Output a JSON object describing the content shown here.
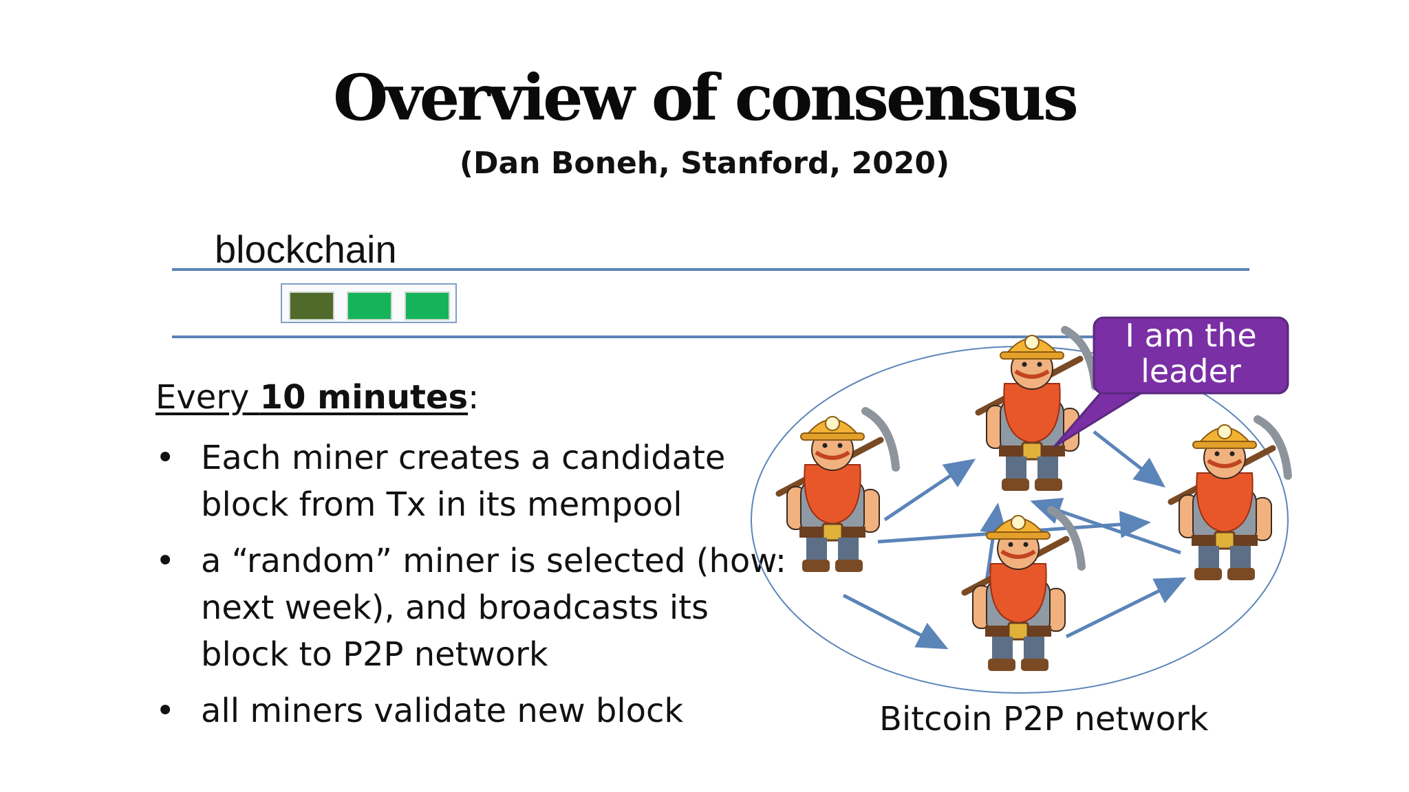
{
  "slide": {
    "title": "Overview of consensus",
    "subtitle": "(Dan Boneh, Stanford, 2020)"
  },
  "blockchain": {
    "label": "blockchain",
    "blocks": [
      {
        "color": "#4f6a2a"
      },
      {
        "color": "#16b45a"
      },
      {
        "color": "#16b45a"
      }
    ]
  },
  "body": {
    "every_prefix": "Every ",
    "every_bold": "10 minutes",
    "every_suffix": ":",
    "bullet_char": "•",
    "bullets": [
      "Each miner creates a candidate block from Tx in its mempool",
      "a “random” miner is selected (how: next week), and broadcasts its block to P2P network",
      "all miners validate new block"
    ]
  },
  "network": {
    "label": "Bitcoin P2P network",
    "bubble_line1": "I am the",
    "bubble_line2": "leader",
    "bubble_color": "#7a2fa5",
    "arrow_color": "#5b84b8",
    "miner_icon": "dwarf-miner-icon"
  }
}
